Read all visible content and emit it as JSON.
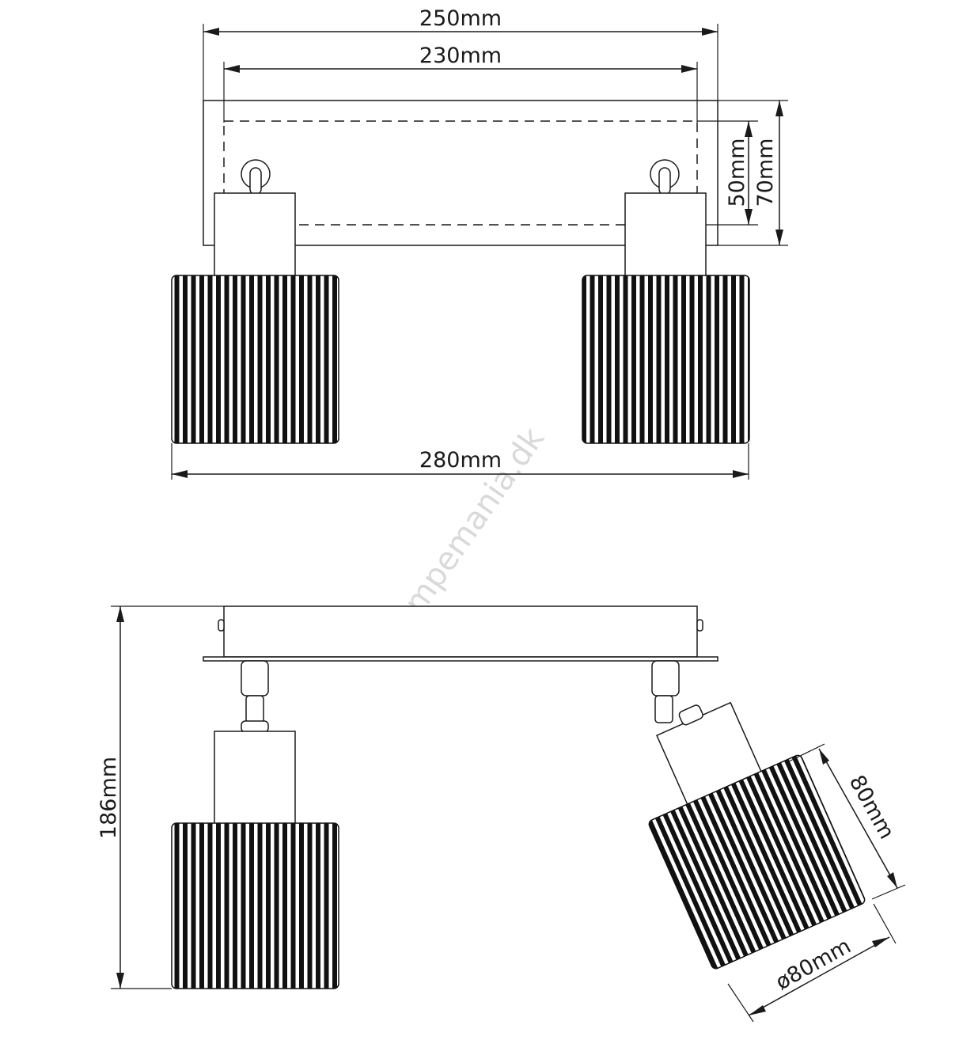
{
  "watermark": "lampemania.dk",
  "top_view": {
    "dim_250": "250mm",
    "dim_230": "230mm",
    "dim_280": "280mm",
    "dim_50": "50mm",
    "dim_70": "70mm"
  },
  "side_view": {
    "dim_186": "186mm",
    "dim_80": "80mm",
    "dim_diameter_80": "ø80mm"
  }
}
